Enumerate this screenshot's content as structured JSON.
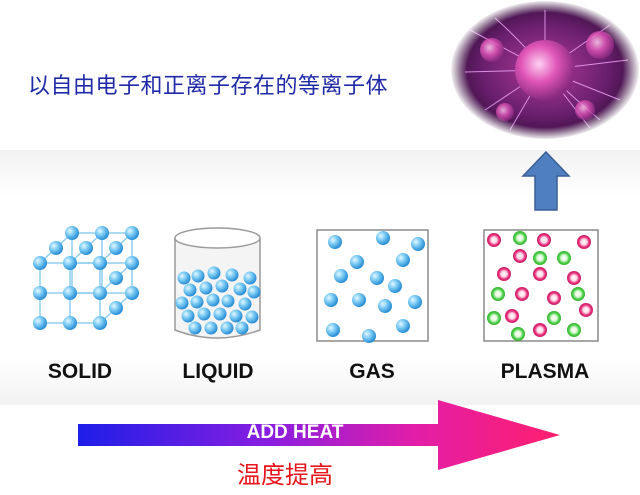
{
  "headline": "以自由电子和正离子存在的等离子体",
  "states": [
    {
      "label": "SOLID"
    },
    {
      "label": "LIQUID"
    },
    {
      "label": "GAS"
    },
    {
      "label": "PLASMA"
    }
  ],
  "heat_arrow_label": "ADD HEAT",
  "temperature_label": "温度提高",
  "colors": {
    "headline": "#1f2aa8",
    "particle_blue": "#5ab8ee",
    "particle_pink": "#e8317a",
    "particle_green": "#4fd04a",
    "up_arrow": "#4f7fbf",
    "heat_arrow_start": "#1e1ee8",
    "heat_arrow_end": "#ff1f6e",
    "temperature_text": "#e8151b"
  },
  "icons": [
    "plasma-ball-image",
    "up-arrow-icon",
    "add-heat-arrow"
  ]
}
